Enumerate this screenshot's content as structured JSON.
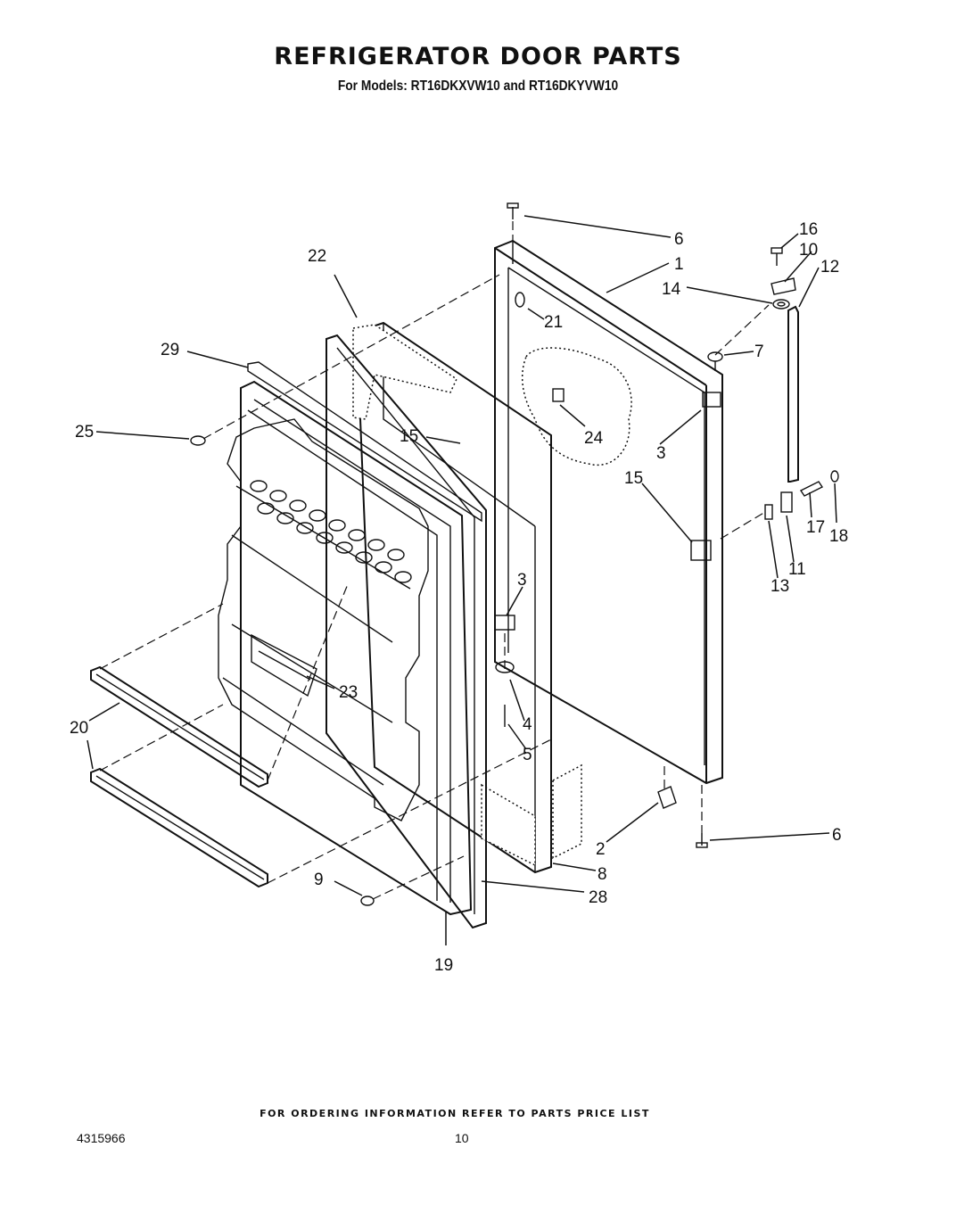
{
  "title": "REFRIGERATOR DOOR PARTS",
  "subtitle": "For Models: RT16DKXVW10 and RT16DKYVW10",
  "footer_note": "FOR ORDERING INFORMATION REFER TO PARTS PRICE LIST",
  "doc_number": "4315966",
  "page_number": "10",
  "callouts": {
    "c6a": "6",
    "c16": "16",
    "c10": "10",
    "c12": "12",
    "c1": "1",
    "c14": "14",
    "c22": "22",
    "c21": "21",
    "c7": "7",
    "c29": "29",
    "c25": "25",
    "c15a": "15",
    "c24": "24",
    "c3a": "3",
    "c15b": "15",
    "c3b": "3",
    "c17": "17",
    "c18": "18",
    "c11": "11",
    "c13": "13",
    "c20": "20",
    "c23": "23",
    "c4": "4",
    "c5": "5",
    "c6b": "6",
    "c2": "2",
    "c8": "8",
    "c9": "9",
    "c28": "28",
    "c19": "19"
  }
}
